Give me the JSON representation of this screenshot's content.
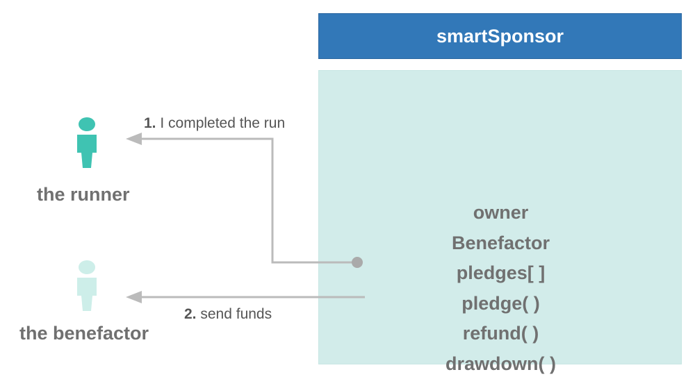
{
  "contract": {
    "title": "smartSponsor",
    "members": [
      "owner",
      "Benefactor",
      "pledges[ ]",
      "pledge( )",
      "refund( )",
      "drawdown( )"
    ]
  },
  "actors": {
    "runner": {
      "label": "the runner",
      "color": "#3fc3b2"
    },
    "benefactor": {
      "label": "the benefactor",
      "color": "#cdeee9"
    }
  },
  "messages": [
    {
      "step": "1.",
      "text": "I completed the run"
    },
    {
      "step": "2.",
      "text": "send funds"
    }
  ],
  "colors": {
    "header": "#3278b8",
    "body": "#d2ecea",
    "arrow": "#bbbbbb"
  }
}
